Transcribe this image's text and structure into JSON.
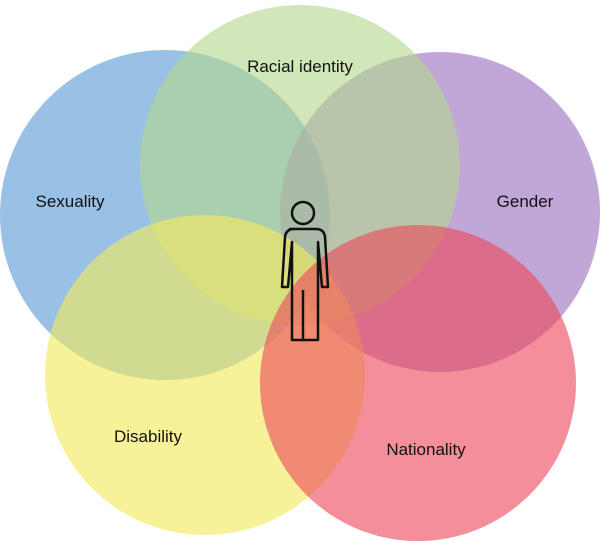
{
  "title": "Intersectionality Venn diagram",
  "sets": [
    {
      "key": "sexuality",
      "label": "Sexuality",
      "color": "#5b9bd5"
    },
    {
      "key": "gender",
      "label": "Gender",
      "color": "#9b6fc0"
    },
    {
      "key": "racial",
      "label": "Racial identity",
      "color": "#b5d98f"
    },
    {
      "key": "disability",
      "label": "Disability",
      "color": "#f2ea5c"
    },
    {
      "key": "nationality",
      "label": "Nationality",
      "color": "#ec4a5c"
    }
  ],
  "center_icon": "person-icon"
}
